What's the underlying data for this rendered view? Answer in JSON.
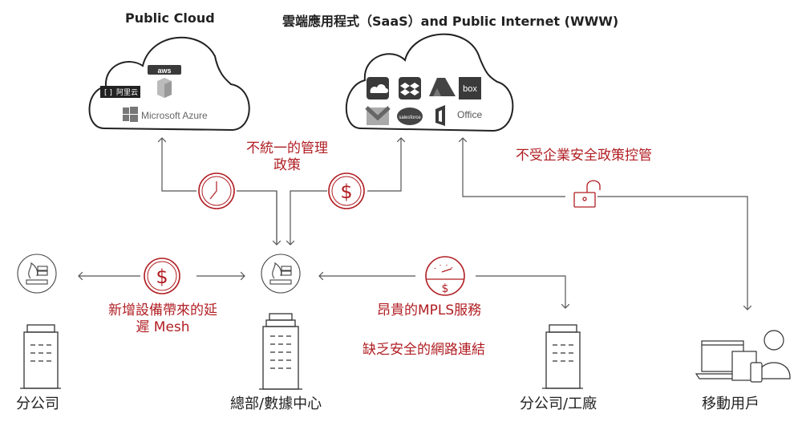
{
  "titles": {
    "public_cloud": "Public Cloud",
    "saas": "雲端應用程式（SaaS）and Public Internet (WWW)"
  },
  "public_cloud_logos": {
    "aws": "aws",
    "aliyun": "阿里云",
    "azure": "Microsoft Azure"
  },
  "saas_logos": {
    "onedrive": "onedrive-icon",
    "dropbox": "dropbox-icon",
    "drive": "google-drive-icon",
    "box": "box",
    "gmail": "gmail-icon",
    "salesforce": "salesforce",
    "office": "Office"
  },
  "annotations": {
    "policy_line1": "不統一的管理",
    "policy_line2": "政策",
    "no_security": "不受企業安全政策控管",
    "mesh_line1": "新增設備帶來的延",
    "mesh_line2": "遲 Mesh",
    "mpls": "昂貴的MPLS服務",
    "insecure": "缺乏安全的網路連結"
  },
  "nodes": {
    "branch": "分公司",
    "hq": "總部/數據中心",
    "branch_factory": "分公司/工廠",
    "mobile": "移動用戶"
  },
  "colors": {
    "accent_red": "#b01e23",
    "line_gray": "#555555",
    "logo_dark": "#3a3a3a"
  }
}
